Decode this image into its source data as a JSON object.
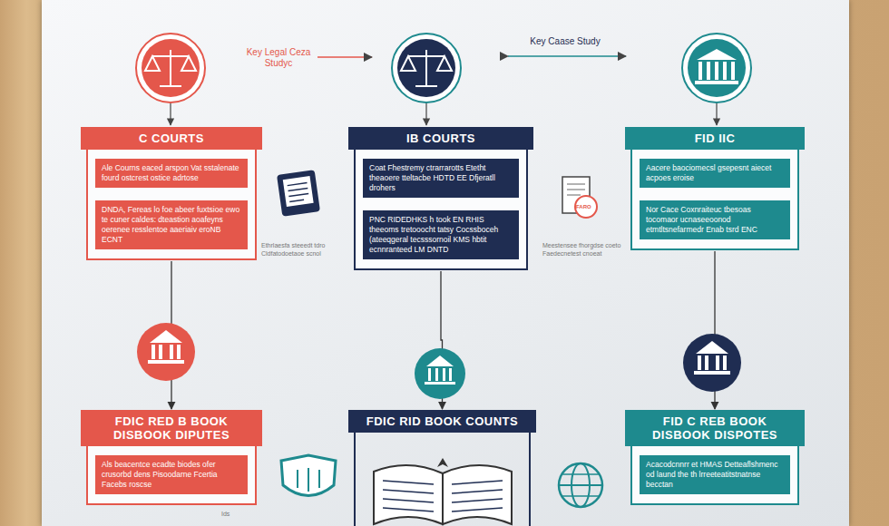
{
  "diagram": {
    "nodes": [
      {
        "text": [
          "C COURTS"
        ]
      },
      {
        "text": [
          "Ale Courns eaced arspon Vat sstalenate fourd ostcrest ostice adrtose"
        ],
        "in": 0
      },
      {
        "text": [
          "DNDA, Fereas lo foe abeer fuxtsioe ewo te cuner caldes: dteastion aoafeyns oerenee resslentoe aaeriaiv eroNB ECNT"
        ],
        "in": 0
      },
      {
        "text": [
          "IB COURTS"
        ]
      },
      {
        "text": [
          "Coat Fhestremy ctrarrarotts Etetht theaoere tteltacbe HDTD EE Dfjeratll drohers"
        ],
        "in": 3
      },
      {
        "text": [
          "PNC RIDEDHKS h took EN RHIS theeoms tretooocht tatsy Cocssboceh (ateeqgeral tecsssornoil KMS hbtit ecnnranteed LM DNTD"
        ],
        "in": 3
      },
      {
        "text": [
          "FID IIC"
        ]
      },
      {
        "text": [
          "Aacere baociomecsl gsepesnt aiecet acpoes eroise"
        ],
        "in": 6
      },
      {
        "text": [
          "Nor Cace Coxnraiteuc tbesoas tocomaor ucnaseeoonod etmtltsnefarmedr Enab tsrd ENC"
        ],
        "in": 6
      },
      {
        "text": [
          "FDIC RED B BOOK DISBOOK DIPUTES"
        ]
      },
      {
        "text": [
          "Als beacentce ecadte biodes ofer crusorbd dens Pisoodarne Fcertia Facebs roscse"
        ],
        "in": 9
      },
      {
        "text": [
          "FDIC RID BOOK COUNTS"
        ]
      },
      {
        "text": [
          "FID C REB BOOK DISBOOK DISPOTES"
        ]
      },
      {
        "text": [
          "Acacodcnnrr et HMAS Detteaflshmenc od laund the th lrreeteatitstnatnse becctan"
        ],
        "in": 12
      }
    ],
    "edges": [
      {
        "from": 1,
        "to": 2,
        "arrow": "to"
      },
      {
        "from": 4,
        "to": 5,
        "arrow": "to"
      },
      {
        "from": 7,
        "to": 8,
        "arrow": "to"
      },
      {
        "from": 0,
        "to": 9,
        "arrow": "to"
      },
      {
        "from": 3,
        "to": 11,
        "arrow": "to"
      },
      {
        "from": 6,
        "to": 12,
        "arrow": "to"
      }
    ],
    "labels": [
      "Key Legal Ceza Studyc",
      "Key Caase Study",
      "Ethrlaesfa steeedt tdro Cldfatodoetaoe scnol",
      "FARO",
      "Meestensee fhorgdse coeto Faedecnetest cnoeat",
      "Ids"
    ]
  }
}
